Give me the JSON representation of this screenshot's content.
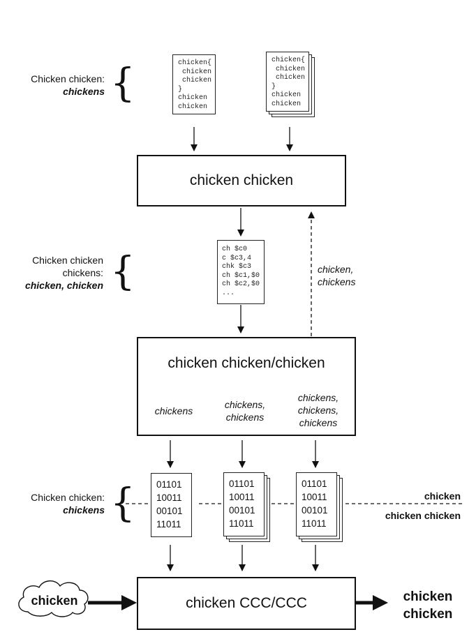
{
  "left_labels": {
    "source": {
      "line1": "Chicken chicken:",
      "line2": "chickens"
    },
    "asm": {
      "line1": "Chicken chicken",
      "line2": "chickens:",
      "line3": "chicken, chicken"
    },
    "binary": {
      "line1": "Chicken chicken:",
      "line2": "chickens"
    }
  },
  "source_doc_single": [
    "chicken{",
    " chicken",
    " chicken",
    "}",
    "chicken",
    "chicken"
  ],
  "source_doc_multi": [
    "chicken{",
    " chicken",
    " chicken",
    "}",
    "chicken",
    "chicken"
  ],
  "compiler_box": {
    "title": "chicken chicken"
  },
  "asm_doc": [
    "ch $c0",
    "c $c3,4",
    "chk $c3",
    "ch $c1,$0",
    "ch $c2,$0",
    "..."
  ],
  "feedback_label": {
    "line1": "chicken,",
    "line2": "chickens"
  },
  "mid_box": {
    "title": "chicken chicken/chicken",
    "col1": [
      "chickens"
    ],
    "col2": [
      "chickens,",
      "chickens"
    ],
    "col3": [
      "chickens,",
      "chickens,",
      "chickens"
    ]
  },
  "binary_docs": [
    [
      "01101",
      "10011",
      "00101",
      "11011"
    ],
    [
      "01101",
      "10011",
      "00101",
      "11011"
    ],
    [
      "01101",
      "10011",
      "00101",
      "11011"
    ]
  ],
  "right_labels": {
    "line1": "chicken",
    "line2": "chicken chicken"
  },
  "bottom_box": {
    "title": "chicken CCC/CCC"
  },
  "cloud": {
    "label": "chicken"
  },
  "output": {
    "line1": "chicken",
    "line2": "chicken"
  }
}
